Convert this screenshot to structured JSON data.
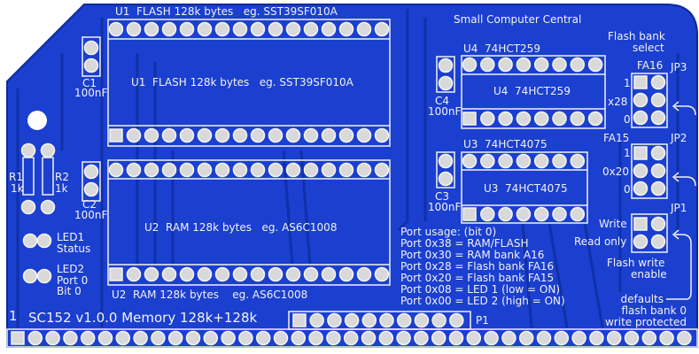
{
  "board": {
    "title": "SC152 v1.0.0 Memory 128k+128k",
    "pin1_mark": "1",
    "brand": "Small Computer Central",
    "colors": {
      "board": "#1b3fcf",
      "trace": "#1030a8",
      "silk": "#f2f2f2",
      "pad": "#d9d9d9"
    }
  },
  "components": {
    "u1_top": "U1  FLASH 128k bytes   eg. SST39SF010A",
    "u1_body": "U1  FLASH 128k bytes   eg. SST39SF010A",
    "u2_body": "U2  RAM 128k bytes   eg. AS6C1008",
    "u2_bottom": "U2  RAM 128k bytes    eg. AS6C1008",
    "u4_top": "U4  74HCT259",
    "u4_body": "U4  74HCT259",
    "u3_top": "U3  74HCT4075",
    "u3_body": "U3  74HCT4075",
    "c1": "C1",
    "c1_val": "100nF",
    "c2": "C2",
    "c2_val": "100nF",
    "c3": "C3",
    "c3_val": "100nF",
    "c4": "C4",
    "c4_val": "100nF",
    "r1": "R1",
    "r1_val": "1k",
    "r2": "R2",
    "r2_val": "1k",
    "led1": "LED1",
    "led1_desc": "Status",
    "led2": "LED2",
    "led2_desc1": "Port 0",
    "led2_desc2": "Bit 0",
    "p1": "P1"
  },
  "jumpers": {
    "title1": "Flash bank",
    "title2": "select",
    "jp3": "JP3",
    "jp3_name": "FA16",
    "jp3_1": "1",
    "jp3_mid": "x28",
    "jp3_0": "0",
    "jp2": "JP2",
    "jp2_name": "FA15",
    "jp2_1": "1",
    "jp2_mid": "0x20",
    "jp2_0": "0",
    "jp1": "JP1",
    "jp1_write": "Write",
    "jp1_ro": "Read only",
    "flash_we1": "Flash write",
    "flash_we2": "enable",
    "defaults": [
      "defaults",
      "flash bank 0",
      "write protected"
    ]
  },
  "ports": [
    "Port usage: (bit 0)",
    "Port 0x38 = RAM/FLASH",
    "Port 0x30 = RAM bank A16",
    "Port 0x28 = Flash bank FA16",
    "Port 0x20 = Flash bank FA15",
    "Port 0x08 = LED 1 (low = ON)",
    "Port 0x00 = LED 2 (high = ON)"
  ]
}
